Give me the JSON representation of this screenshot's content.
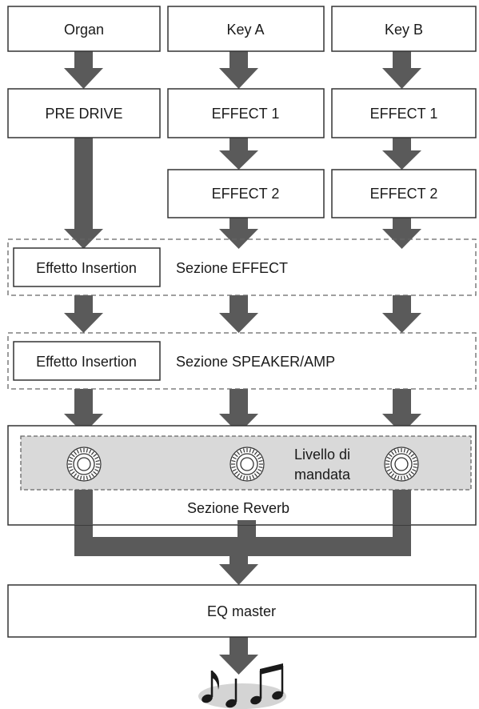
{
  "sources": {
    "organ": "Organ",
    "key_a": "Key A",
    "key_b": "Key B"
  },
  "blocks": {
    "pre_drive": "PRE DRIVE",
    "key_a_effect1": "EFFECT 1",
    "key_b_effect1": "EFFECT 1",
    "key_a_effect2": "EFFECT 2",
    "key_b_effect2": "EFFECT 2",
    "insertion_effect_1": "Effetto Insertion",
    "insertion_effect_2": "Effetto Insertion",
    "eq_master": "EQ master"
  },
  "sections": {
    "effect": "Sezione EFFECT",
    "speaker_amp": "Sezione SPEAKER/AMP",
    "reverb": "Sezione Reverb"
  },
  "send_level": {
    "line1": "Livello di",
    "line2": "mandata"
  },
  "colors": {
    "arrow": "#5a5a5a",
    "box_border": "#333333",
    "send_panel": "#d9d9d9",
    "dashed_border": "#666666"
  },
  "icons": [
    "knob-icon",
    "music-notes-icon"
  ]
}
